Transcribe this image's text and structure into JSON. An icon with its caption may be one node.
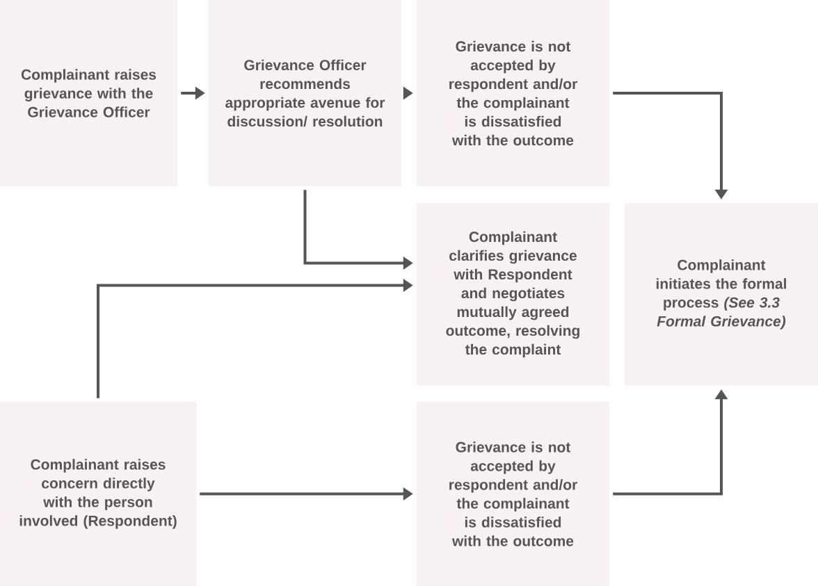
{
  "diagram": {
    "nodes": [
      {
        "text": [
          "Complainant raises grievance with the Grievance Officer"
        ]
      },
      {
        "text": [
          "Grievance Officer recommends appropriate avenue for discussion/ resolution"
        ]
      },
      {
        "text": [
          "Grievance is not accepted by respondent and/or the complainant is dissatisfied with the outcome"
        ]
      },
      {
        "text": [
          "Complainant clarifies grievance with Respondent and negotiates mutually agreed outcome, resolving the complaint"
        ]
      },
      {
        "text": [
          "Complainant initiates the formal process *(See 3.3 Formal Grievance)*"
        ]
      },
      {
        "text": [
          "Complainant raises concern directly with the person involved (Respondent)"
        ]
      },
      {
        "text": [
          "Grievance is not accepted by respondent and/or the complainant is dissatisfied with the outcome"
        ]
      }
    ],
    "edges": [
      {
        "from": 0,
        "to": 1,
        "arrow": "to"
      },
      {
        "from": 1,
        "to": 2,
        "arrow": "to"
      },
      {
        "from": 2,
        "to": 4,
        "arrow": "to"
      },
      {
        "from": 1,
        "to": 3,
        "arrow": "to"
      },
      {
        "from": 5,
        "to": 3,
        "arrow": "to"
      },
      {
        "from": 5,
        "to": 6,
        "arrow": "to"
      },
      {
        "from": 6,
        "to": 4,
        "arrow": "to"
      }
    ]
  }
}
